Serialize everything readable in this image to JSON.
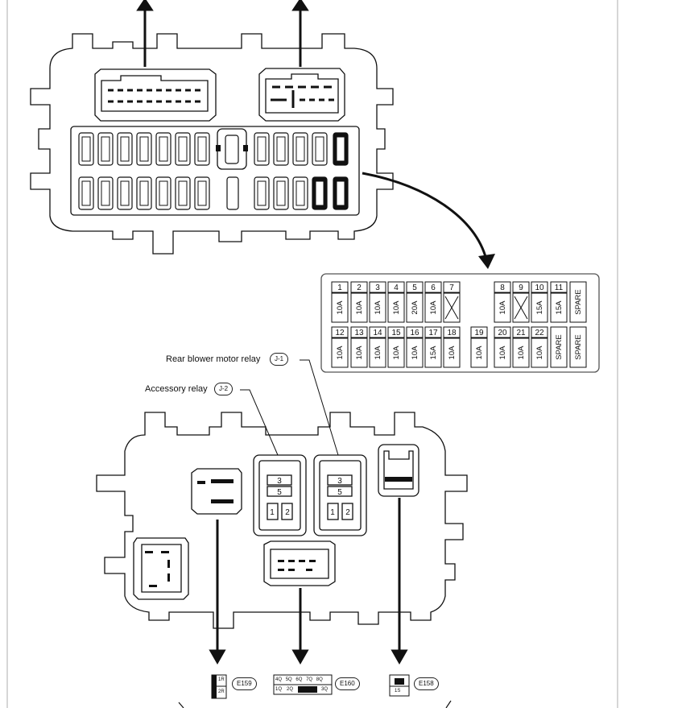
{
  "relays": {
    "rear_blower": {
      "label": "Rear blower motor relay",
      "code": "J-1"
    },
    "accessory": {
      "label": "Accessory relay",
      "code": "J-2"
    },
    "relay_pins": [
      "3",
      "5",
      "1",
      "2"
    ]
  },
  "fuse_table": {
    "top_row": [
      {
        "num": "1",
        "rating": "10A"
      },
      {
        "num": "2",
        "rating": "10A"
      },
      {
        "num": "3",
        "rating": "10A"
      },
      {
        "num": "4",
        "rating": "10A"
      },
      {
        "num": "5",
        "rating": "20A"
      },
      {
        "num": "6",
        "rating": "10A"
      },
      {
        "num": "7",
        "rating": ""
      },
      {
        "num": "8",
        "rating": "10A"
      },
      {
        "num": "9",
        "rating": ""
      },
      {
        "num": "10",
        "rating": "15A"
      },
      {
        "num": "11",
        "rating": "15A"
      },
      {
        "num": "",
        "rating": "SPARE"
      }
    ],
    "bottom_row": [
      {
        "num": "12",
        "rating": "10A"
      },
      {
        "num": "13",
        "rating": "10A"
      },
      {
        "num": "14",
        "rating": "10A"
      },
      {
        "num": "15",
        "rating": "10A"
      },
      {
        "num": "16",
        "rating": "10A"
      },
      {
        "num": "17",
        "rating": "15A"
      },
      {
        "num": "18",
        "rating": "10A"
      },
      {
        "num": "19",
        "rating": "10A"
      },
      {
        "num": "20",
        "rating": "10A"
      },
      {
        "num": "21",
        "rating": "10A"
      },
      {
        "num": "22",
        "rating": "10A"
      },
      {
        "num": "",
        "rating": "SPARE"
      },
      {
        "num": "",
        "rating": "SPARE"
      }
    ]
  },
  "connectors": {
    "e159": {
      "code": "E159",
      "pins": [
        "1R",
        "2R"
      ]
    },
    "e160": {
      "code": "E160",
      "pins_top": [
        "4Q",
        "5Q",
        "6Q",
        "7Q",
        "8Q"
      ],
      "pins_bottom": [
        "1Q",
        "2Q",
        "3Q"
      ]
    },
    "e158": {
      "code": "E158",
      "pins": [
        "1S"
      ]
    }
  },
  "colors": {
    "ink": "#111111",
    "panel_border": "#555555",
    "edge": "#d6d6d6"
  }
}
